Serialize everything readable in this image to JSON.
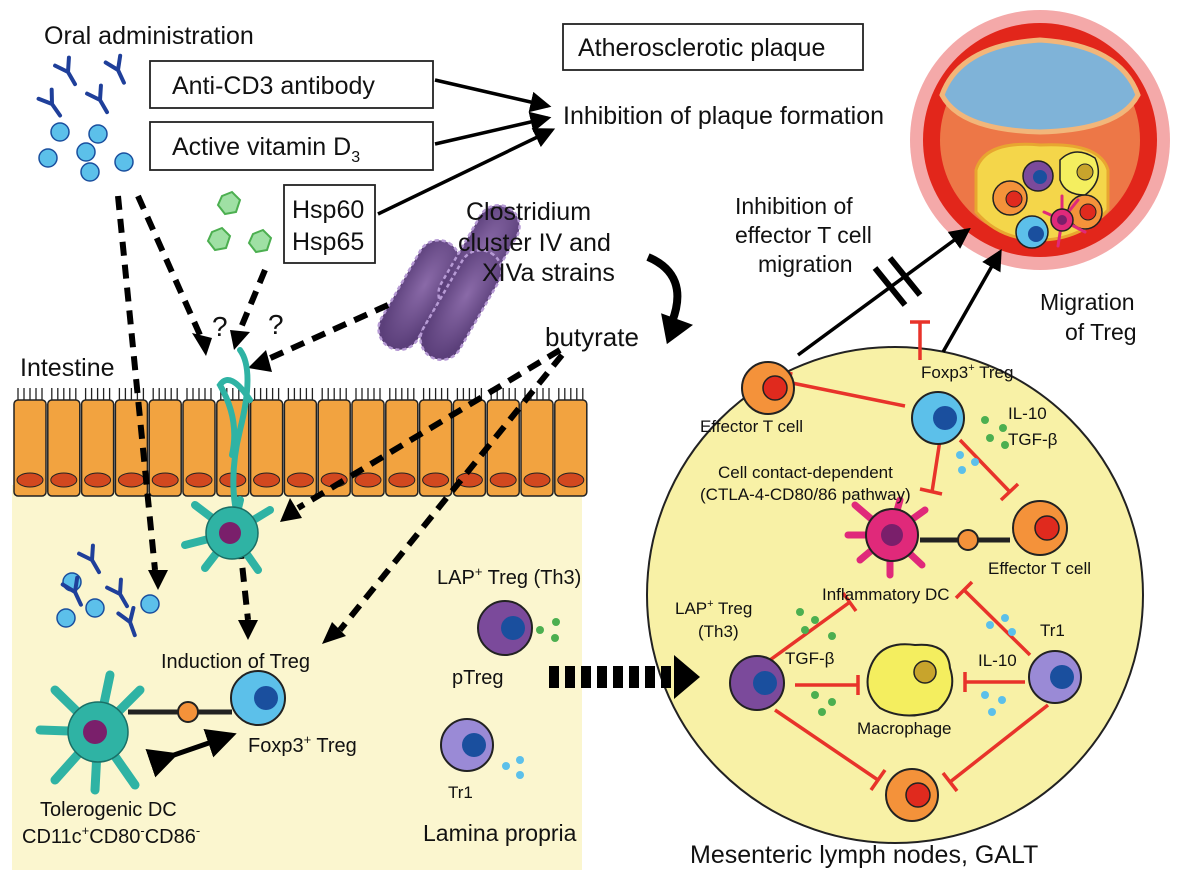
{
  "labels": {
    "oral_administration": "Oral administration",
    "anti_cd3": "Anti-CD3 antibody",
    "active_vitd_main": "Active vitamin D",
    "active_vitd_sub": "3",
    "hsp60": "Hsp60",
    "hsp65": "Hsp65",
    "atherosclerotic_plaque": "Atherosclerotic plaque",
    "inhibition_plaque": "Inhibition of plaque formation",
    "clostridium_line1": "Clostridium",
    "clostridium_line2": "cluster IV and",
    "clostridium_line3": "XIVa strains",
    "butyrate": "butyrate",
    "question_mark": "?",
    "intestine": "Intestine",
    "inhibition_effector_line1": "Inhibition of",
    "inhibition_effector_line2": "effector T cell",
    "inhibition_effector_line3": "migration",
    "migration_treg_line1": "Migration",
    "migration_treg_line2": "of Treg",
    "foxp3_treg_top_main": "Foxp3",
    "foxp3_treg_top_sup": "+",
    "foxp3_treg_top_tail": " Treg",
    "effector_t_cell_top": "Effector T cell",
    "il10_top": "IL-10",
    "tgfb_top": "TGF-β",
    "cell_contact_line1": "Cell contact-dependent",
    "cell_contact_line2": "(CTLA-4-CD80/86 pathway)",
    "effector_t_cell_right": "Effector T cell",
    "lap_treg_main": "LAP",
    "lap_treg_sup": "+",
    "lap_treg_tail": " Treg",
    "lap_treg_th3": "(Th3)",
    "lap_treg_lp_main": "LAP",
    "lap_treg_lp_sup": "+",
    "lap_treg_lp_tail": " Treg (Th3)",
    "inflammatory_dc": "Inflammatory DC",
    "tr1_right": "Tr1",
    "tgfb_ln": "TGF-β",
    "il10_ln": "IL-10",
    "macrophage": "Macrophage",
    "induction_treg": "Induction of Treg",
    "ptreg": "pTreg",
    "foxp3_treg_lp_main": "Foxp3",
    "foxp3_treg_lp_sup": "+",
    "foxp3_treg_lp_tail": " Treg",
    "tr1_lp": "Tr1",
    "tolerogenic_dc": "Tolerogenic DC",
    "cd11c_a": "CD11c",
    "cd11c_a_sup": "+",
    "cd11c_b": "CD80",
    "cd11c_b_sup": "-",
    "cd11c_c": "CD86",
    "cd11c_c_sup": "-",
    "lamina_propria": "Lamina propria",
    "mesenteric": "Mesenteric lymph nodes, GALT"
  },
  "colors": {
    "lamina_bg": "#fbf6cf",
    "lymph_node": "#f8f1a6",
    "villi": "#f2a340",
    "villi_nucleus": "#d2481f",
    "dc_teal": "#2fb3a4",
    "dc_nucleus": "#7a1f6b",
    "treg_blue": "#5cc0ea",
    "treg_nucleus": "#1a4f9e",
    "effector_orange": "#f4923a",
    "effector_nucleus": "#e02a1e",
    "lap_purple": "#7b4a9b",
    "tr1_lilac": "#9a8ad6",
    "inflam_dc": "#e0297a",
    "macrophage": "#f4ee5f",
    "bacteria": "#6e4f8f",
    "antibody_blue": "#1f3f9a",
    "hsp_green": "#77cf7f",
    "inhibit_red": "#e8332a",
    "artery_outer": "#f4a9a9",
    "artery_wall": "#e2261b",
    "artery_lumen": "#7fb3d8"
  }
}
